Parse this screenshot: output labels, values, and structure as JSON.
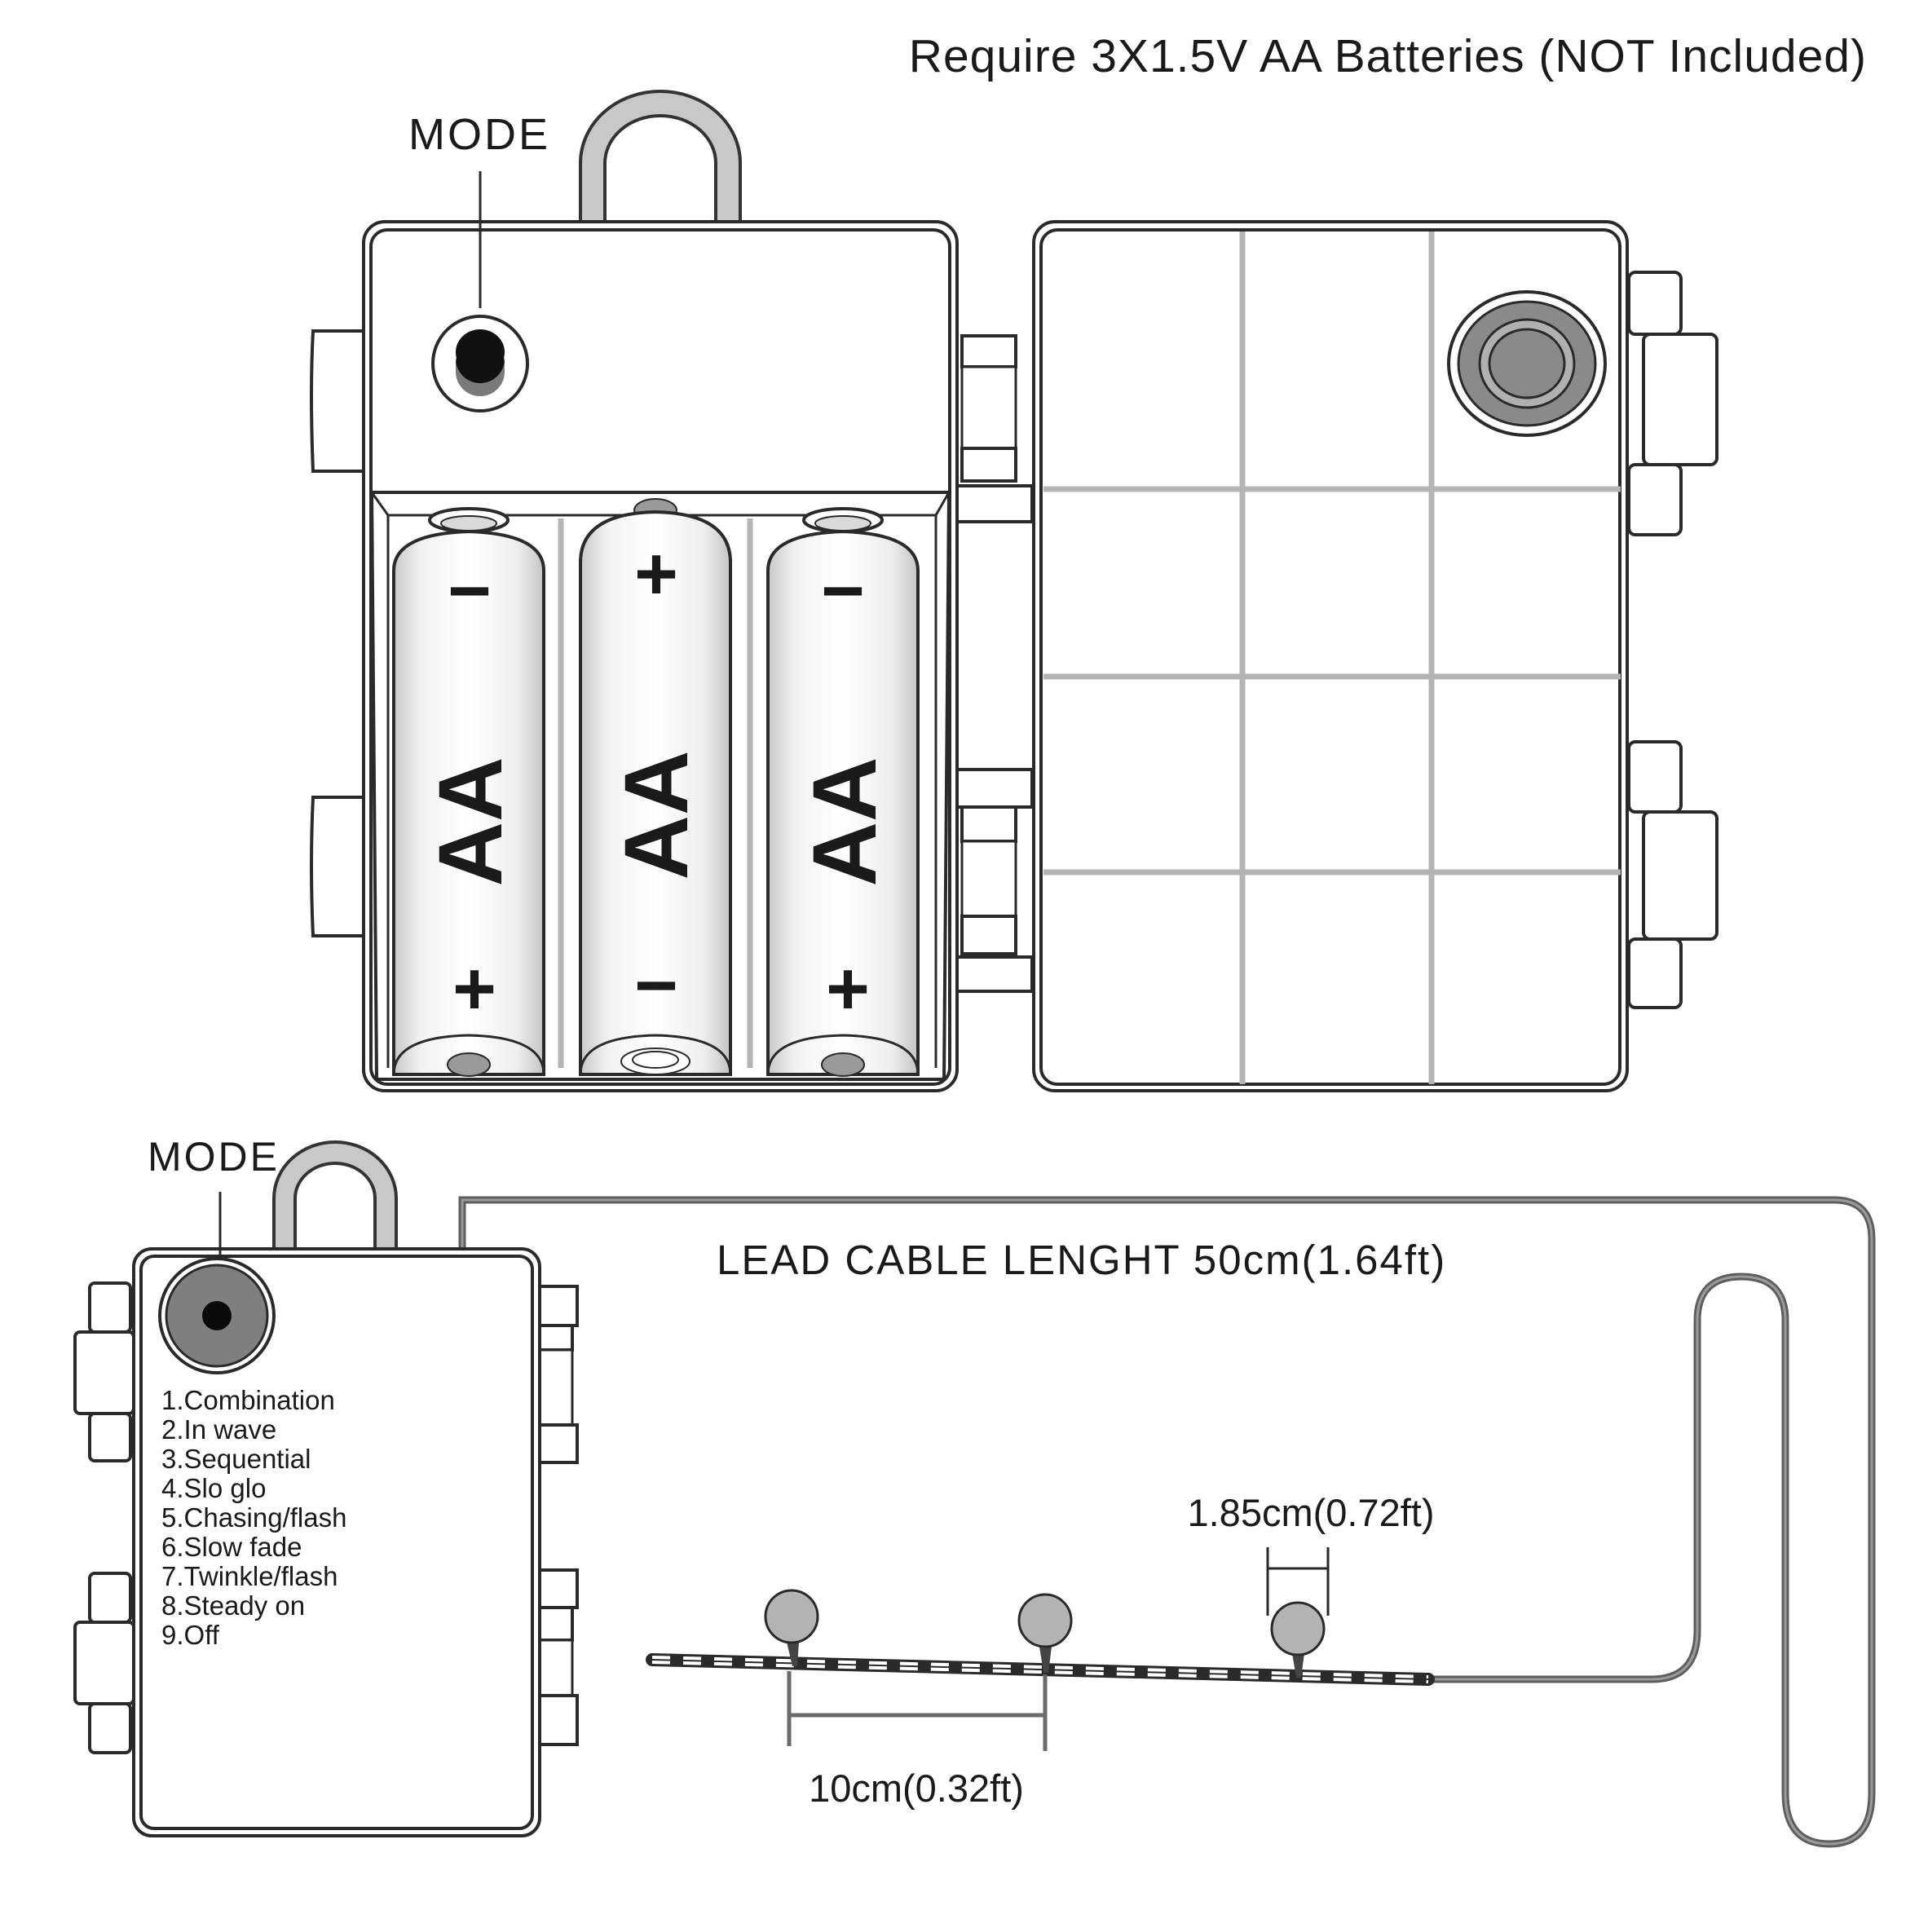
{
  "title": "Require 3X1.5V AA Batteries (NOT Included)",
  "mode_label_top": "MODE",
  "mode_label_bottom": "MODE",
  "battery_label": "AA",
  "batteries": [
    {
      "top": "−",
      "bottom": "+"
    },
    {
      "top": "+",
      "bottom": "−"
    },
    {
      "top": "−",
      "bottom": "+"
    }
  ],
  "modes": [
    "1.Combination",
    "2.In wave",
    "3.Sequential",
    "4.Slo glo",
    "5.Chasing/flash",
    "6.Slow fade",
    "7.Twinkle/flash",
    "8.Steady on",
    "9.Off"
  ],
  "lead_cable_label": "LEAD CABLE LENGHT 50cm(1.64ft)",
  "bulb_size_label": "1.85cm(0.72ft)",
  "bulb_spacing_label": "10cm(0.32ft)",
  "colors": {
    "outline": "#2a2a2a",
    "grid": "#b4b4b4",
    "button_gray": "#808080",
    "bulb_gray": "#b3b3b3",
    "cable_gray": "#666666"
  }
}
